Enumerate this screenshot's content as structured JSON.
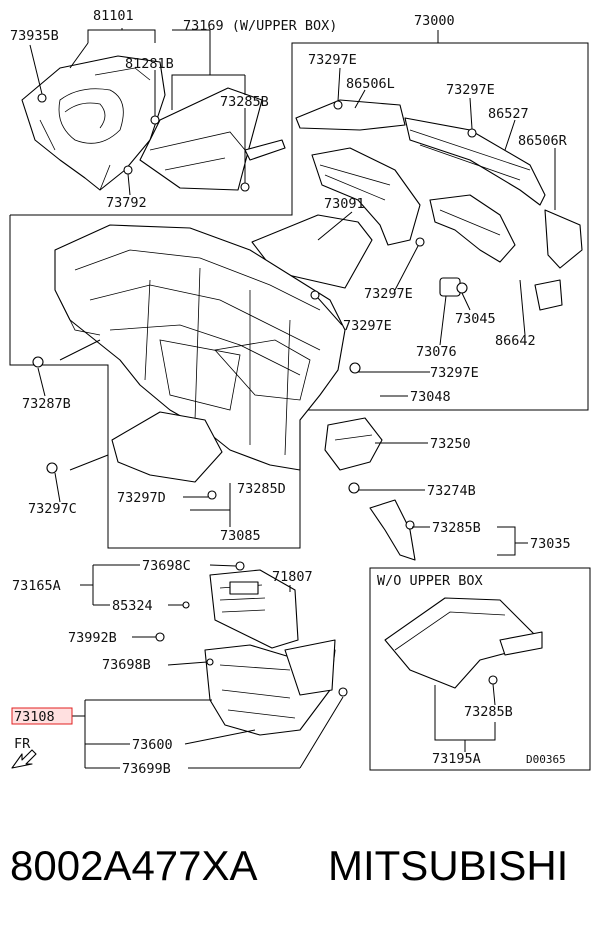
{
  "labels": {
    "l73935B": "73935B",
    "l81101": "81101",
    "l73169": "73169 (W/UPPER BOX)",
    "l73000": "73000",
    "l81281B": "81281B",
    "l73285B_a": "73285B",
    "l73297E_a": "73297E",
    "l86506L": "86506L",
    "l73297E_b": "73297E",
    "l86527": "86527",
    "l86506R": "86506R",
    "l73792": "73792",
    "l73091": "73091",
    "l73297E_c": "73297E",
    "l73045": "73045",
    "l73297E_d": "73297E",
    "l73076": "73076",
    "l86642": "86642",
    "l73287B": "73287B",
    "l73297E_e": "73297E",
    "l73048": "73048",
    "l73250": "73250",
    "l73297C": "73297C",
    "l73274B": "73274B",
    "l73297D": "73297D",
    "l73285D": "73285D",
    "l73285B_b": "73285B",
    "l73085": "73085",
    "l73035": "73035",
    "l73698C": "73698C",
    "l73165A": "73165A",
    "l71807": "71807",
    "l85324": "85324",
    "l73992B": "73992B",
    "l73698B": "73698B",
    "l73108": "73108",
    "l73600": "73600",
    "l73699B": "73699B",
    "lFR": "FR",
    "wo_title": "W/O UPPER BOX",
    "l73285B_c": "73285B",
    "l73195A": "73195A",
    "diagram_code": "D00365"
  },
  "footer": {
    "part_number": "8002A477XA",
    "brand": "MITSUBISHI"
  },
  "colors": {
    "highlight_box": "#e02020",
    "line": "#000000"
  }
}
